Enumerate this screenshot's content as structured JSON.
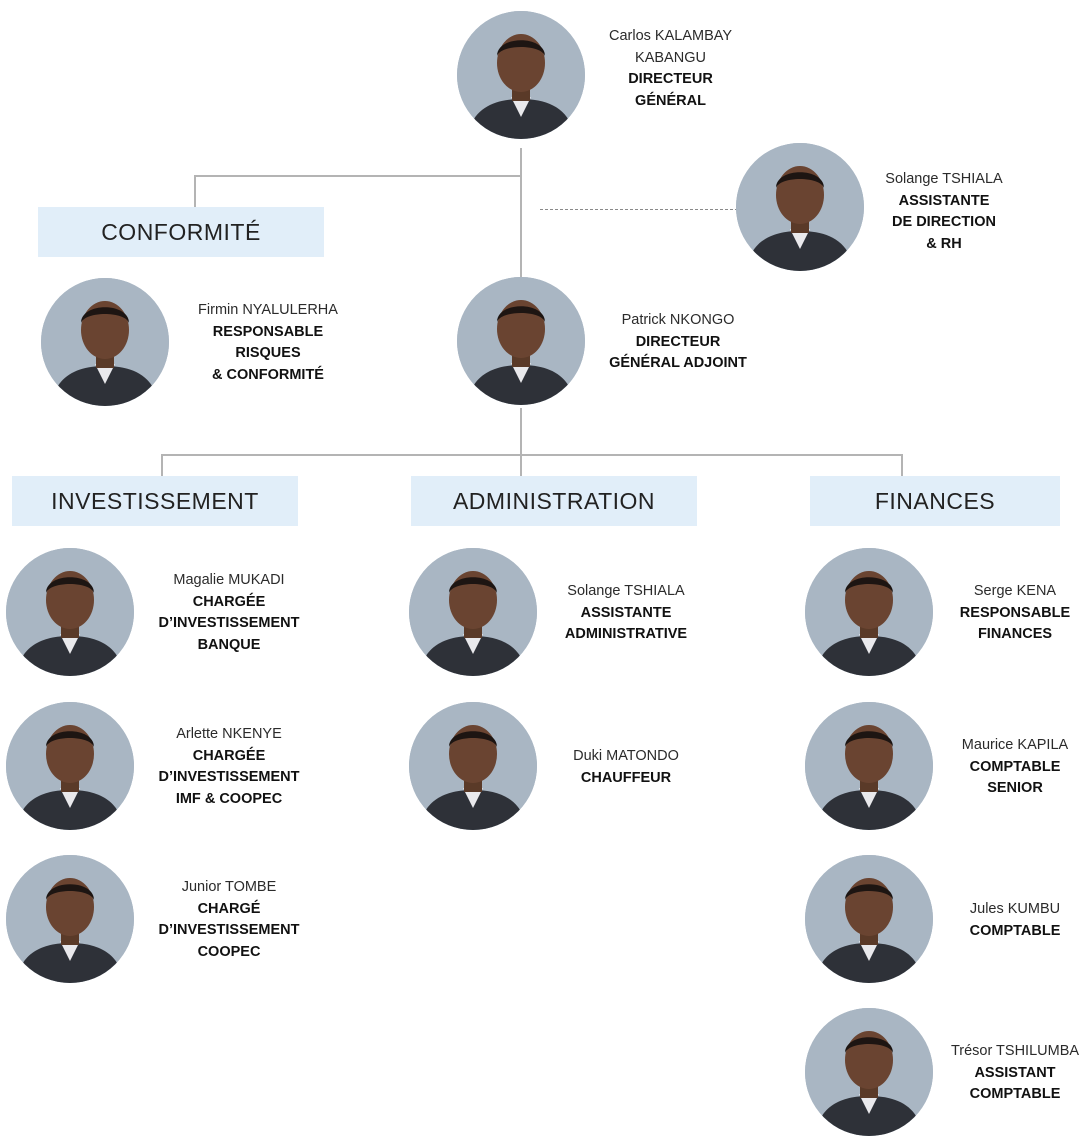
{
  "departments": {
    "conformite": "CONFORMITÉ",
    "investissement": "INVESTISSEMENT",
    "administration": "ADMINISTRATION",
    "finances": "FINANCES"
  },
  "people": {
    "carlos": {
      "name": "Carlos KALAMBAY\nKABANGU",
      "role": "DIRECTEUR\nGÉNÉRAL"
    },
    "solange_assistante_direction": {
      "name": "Solange TSHIALA",
      "role": "ASSISTANTE\nDE DIRECTION\n& RH"
    },
    "firmin": {
      "name": "Firmin NYALULERHA",
      "role": "RESPONSABLE\nRISQUES\n& CONFORMITÉ"
    },
    "patrick": {
      "name": "Patrick NKONGO",
      "role": "DIRECTEUR\nGÉNÉRAL ADJOINT"
    },
    "magalie": {
      "name": "Magalie MUKADI",
      "role": "CHARGÉE\nD’INVESTISSEMENT\nBANQUE"
    },
    "arlette": {
      "name": "Arlette NKENYE",
      "role": "CHARGÉE\nD’INVESTISSEMENT\nIMF & COOPEC"
    },
    "junior": {
      "name": "Junior TOMBE",
      "role": "CHARGÉ\nD’INVESTISSEMENT\nCOOPEC"
    },
    "solange_admin": {
      "name": "Solange TSHIALA",
      "role": "ASSISTANTE\nADMINISTRATIVE"
    },
    "duki": {
      "name": "Duki MATONDO",
      "role": "CHAUFFEUR"
    },
    "serge": {
      "name": "Serge KENA",
      "role": "RESPONSABLE\nFINANCES"
    },
    "maurice": {
      "name": "Maurice KAPILA",
      "role": "COMPTABLE\nSENIOR"
    },
    "jules": {
      "name": "Jules KUMBU",
      "role": "COMPTABLE"
    },
    "tresor": {
      "name": "Trésor TSHILUMBA",
      "role": "ASSISTANT\nCOMPTABLE"
    }
  },
  "colors": {
    "dept_bg": "#e1eef9",
    "connector": "#b4b4b4",
    "avatar_bg": "#a7b5c2"
  }
}
